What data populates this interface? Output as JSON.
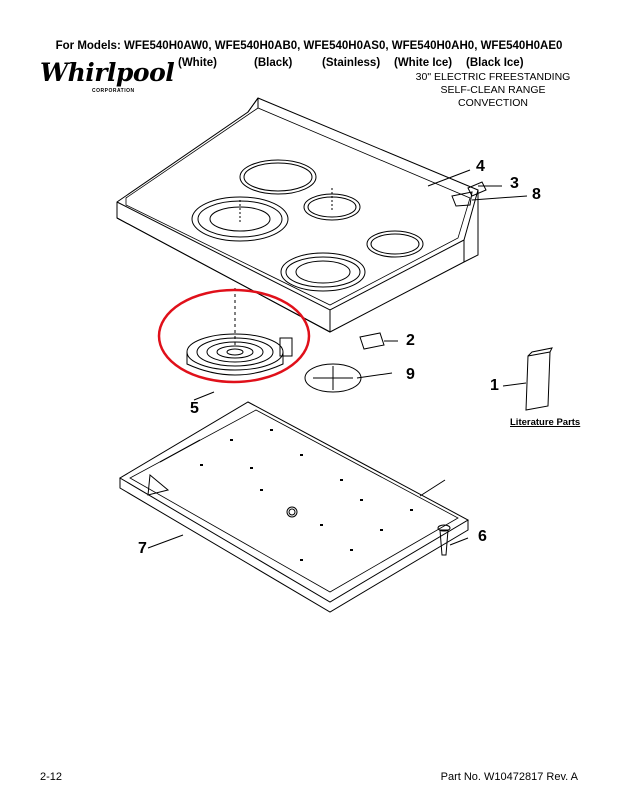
{
  "header": {
    "models": "For Models: WFE540H0AW0, WFE540H0AB0, WFE540H0AS0, WFE540H0AH0, WFE540H0AE0",
    "colors": [
      "(White)",
      "(Black)",
      "(Stainless)",
      "(White Ice)",
      "(Black Ice)"
    ]
  },
  "brand": {
    "name": "Whirlpool",
    "sub": "CORPORATION"
  },
  "product": {
    "line1": "30\" ELECTRIC FREESTANDING",
    "line2": "SELF-CLEAN RANGE",
    "line3": "CONVECTION"
  },
  "callouts": [
    "1",
    "2",
    "3",
    "4",
    "5",
    "6",
    "7",
    "8",
    "9"
  ],
  "literature_label": "Literature Parts",
  "footer": {
    "page": "2-12",
    "part_no": "Part No. W10472817 Rev. A"
  },
  "highlight_color": "#e0101a"
}
